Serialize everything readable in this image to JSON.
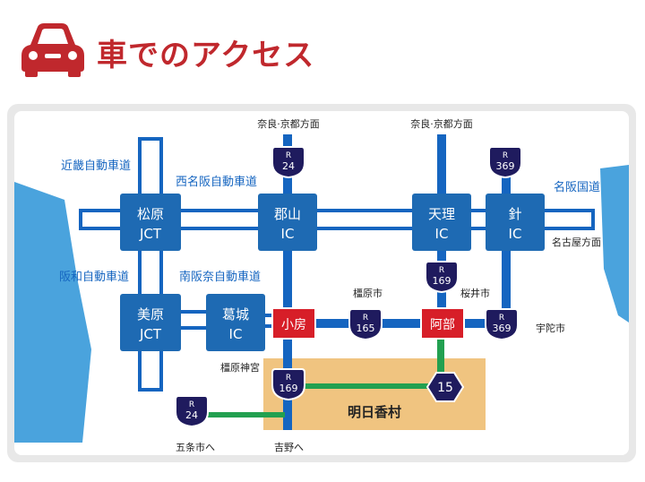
{
  "header": {
    "title": "車でのアクセス"
  },
  "colors": {
    "accent": "#c0282d",
    "road": "#1565c0",
    "node": "#1e6ab3",
    "stop": "#d71e28",
    "green": "#22a050",
    "shield": "#1f1b5e",
    "area": "#f0c480",
    "water": "#4aa3dd"
  },
  "nodes": {
    "matsubara": [
      "松原",
      "JCT"
    ],
    "koriyama": [
      "郡山",
      "IC"
    ],
    "tenri": [
      "天理",
      "IC"
    ],
    "hari": [
      "針",
      "IC"
    ],
    "mihara": [
      "美原",
      "JCT"
    ],
    "katsuragi": [
      "葛城",
      "IC"
    ]
  },
  "stops": {
    "obusa": "小房",
    "abe": "阿部"
  },
  "area": {
    "name": "明日香村"
  },
  "roads": {
    "kinki": "近畿自動車道",
    "nishimeihan": "西名阪自動車道",
    "meihan": "名阪国道",
    "hanwa": "阪和自動車道",
    "minamihanna": "南阪奈自動車道"
  },
  "directions": {
    "nara_kyoto_1": "奈良·京都方面",
    "nara_kyoto_2": "奈良·京都方面",
    "nagoya": "名古屋方面",
    "uda": "宇陀市",
    "sakurai": "桜井市",
    "kashihara": "橿原市",
    "kashihara_jingu": "橿原神宮",
    "gojo": "五条市へ",
    "yoshino": "吉野へ"
  },
  "shields": {
    "r24_top": {
      "r": "R",
      "num": "24"
    },
    "r369_top": {
      "r": "R",
      "num": "369"
    },
    "r169_mid": {
      "r": "R",
      "num": "169"
    },
    "r165": {
      "r": "R",
      "num": "165"
    },
    "r369_right": {
      "r": "R",
      "num": "369"
    },
    "r169_low": {
      "r": "R",
      "num": "169"
    },
    "r24_low": {
      "r": "R",
      "num": "24"
    },
    "pref15": {
      "num": "15"
    }
  }
}
